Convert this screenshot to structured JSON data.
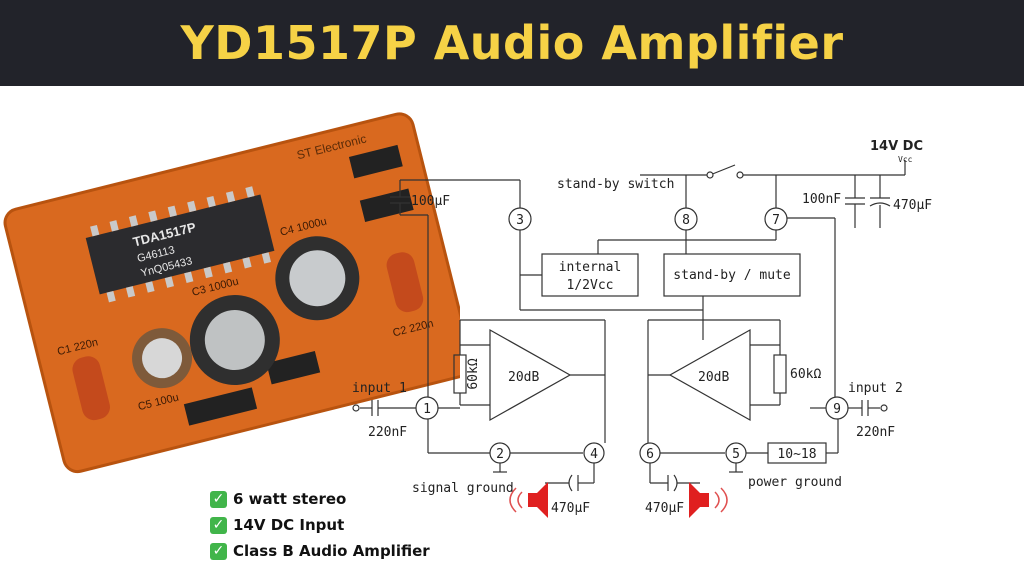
{
  "title": "YD1517P Audio Amplifier",
  "board": {
    "chip_name": "TDA1517P",
    "chip_code1": "G46113",
    "chip_code2": "YnQ05433",
    "brand": "ST Electronic",
    "c1": "C1 220n",
    "c2": "C2 220n",
    "c3": "C3 1000u",
    "c4": "C4 1000u",
    "c5": "C5 100u",
    "board_color": "#d9691f"
  },
  "features": [
    "6 watt stereo",
    "14V DC Input",
    "Class B Audio Amplifier"
  ],
  "schematic": {
    "supply_label": "14V DC",
    "vcc_label": "Vcc",
    "standby_switch": "stand-by switch",
    "cap_100uF": "100μF",
    "cap_100nF": "100nF",
    "cap_470uF_supply": "470μF",
    "internal_line1": "internal",
    "internal_line2": "1/2Vcc",
    "standby_mute": "stand-by / mute",
    "gain_left": "20dB",
    "gain_right": "20dB",
    "res_left": "60kΩ",
    "res_right": "60kΩ",
    "input1": "input 1",
    "input2": "input 2",
    "cap_in1": "220nF",
    "cap_in2": "220nF",
    "signal_ground": "signal ground",
    "power_ground": "power ground",
    "resistor_box": "10~18",
    "cap_out_left": "470μF",
    "cap_out_right": "470μF",
    "pins": [
      "1",
      "2",
      "3",
      "4",
      "5",
      "6",
      "7",
      "8",
      "9"
    ]
  }
}
